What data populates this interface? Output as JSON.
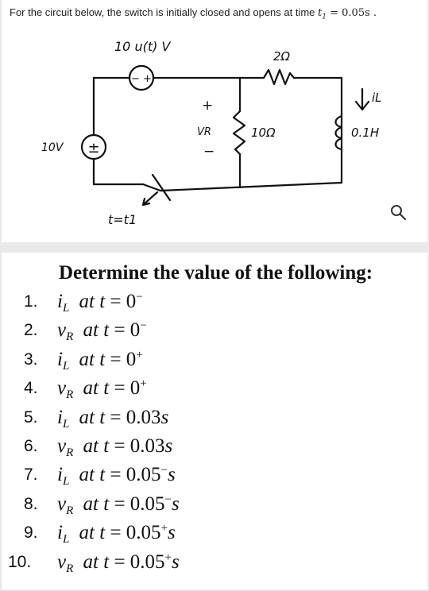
{
  "problem": {
    "prefix": "For the circuit below, the switch is initially closed and opens at time ",
    "time_var": "t",
    "time_sub": "1",
    "time_value": " = 0.05s ."
  },
  "circuit": {
    "dep_source_label": "10 u(t) V",
    "dep_source_sign": "− +",
    "source_label": "10V",
    "source_sign": "±",
    "r_series_label": "2Ω",
    "r_parallel_label": "10Ω",
    "vr_label": "VR",
    "vr_plus": "+",
    "vr_minus": "−",
    "inductor_label": "0.1H",
    "il_label": "iL",
    "switch_label": "t=t1"
  },
  "heading": "Determine the value of the following:",
  "questions": [
    {
      "num": "1.",
      "var": "i",
      "sub": "L",
      "at": "at t",
      "eq": " = 0",
      "sup": "−",
      "unit": ""
    },
    {
      "num": "2.",
      "var": "v",
      "sub": "R",
      "at": "at t",
      "eq": " = 0",
      "sup": "−",
      "unit": ""
    },
    {
      "num": "3.",
      "var": "i",
      "sub": "L",
      "at": "at t",
      "eq": " = 0",
      "sup": "+",
      "unit": ""
    },
    {
      "num": "4.",
      "var": "v",
      "sub": "R",
      "at": "at t",
      "eq": " = 0",
      "sup": "+",
      "unit": ""
    },
    {
      "num": "5.",
      "var": "i",
      "sub": "L",
      "at": "at t",
      "eq": " = 0.03",
      "sup": "",
      "unit": "s"
    },
    {
      "num": "6.",
      "var": "v",
      "sub": "R",
      "at": "at t",
      "eq": " = 0.03",
      "sup": "",
      "unit": "s"
    },
    {
      "num": "7.",
      "var": "i",
      "sub": "L",
      "at": "at t",
      "eq": " = 0.05",
      "sup": "−",
      "unit": "s"
    },
    {
      "num": "8.",
      "var": "v",
      "sub": "R",
      "at": "at t",
      "eq": " = 0.05",
      "sup": "−",
      "unit": "s"
    },
    {
      "num": "9.",
      "var": "i",
      "sub": "L",
      "at": "at t",
      "eq": " = 0.05",
      "sup": "+",
      "unit": "s"
    },
    {
      "num": "10.",
      "var": "v",
      "sub": "R",
      "at": "at t",
      "eq": " = 0.05",
      "sup": "+",
      "unit": "s"
    }
  ]
}
